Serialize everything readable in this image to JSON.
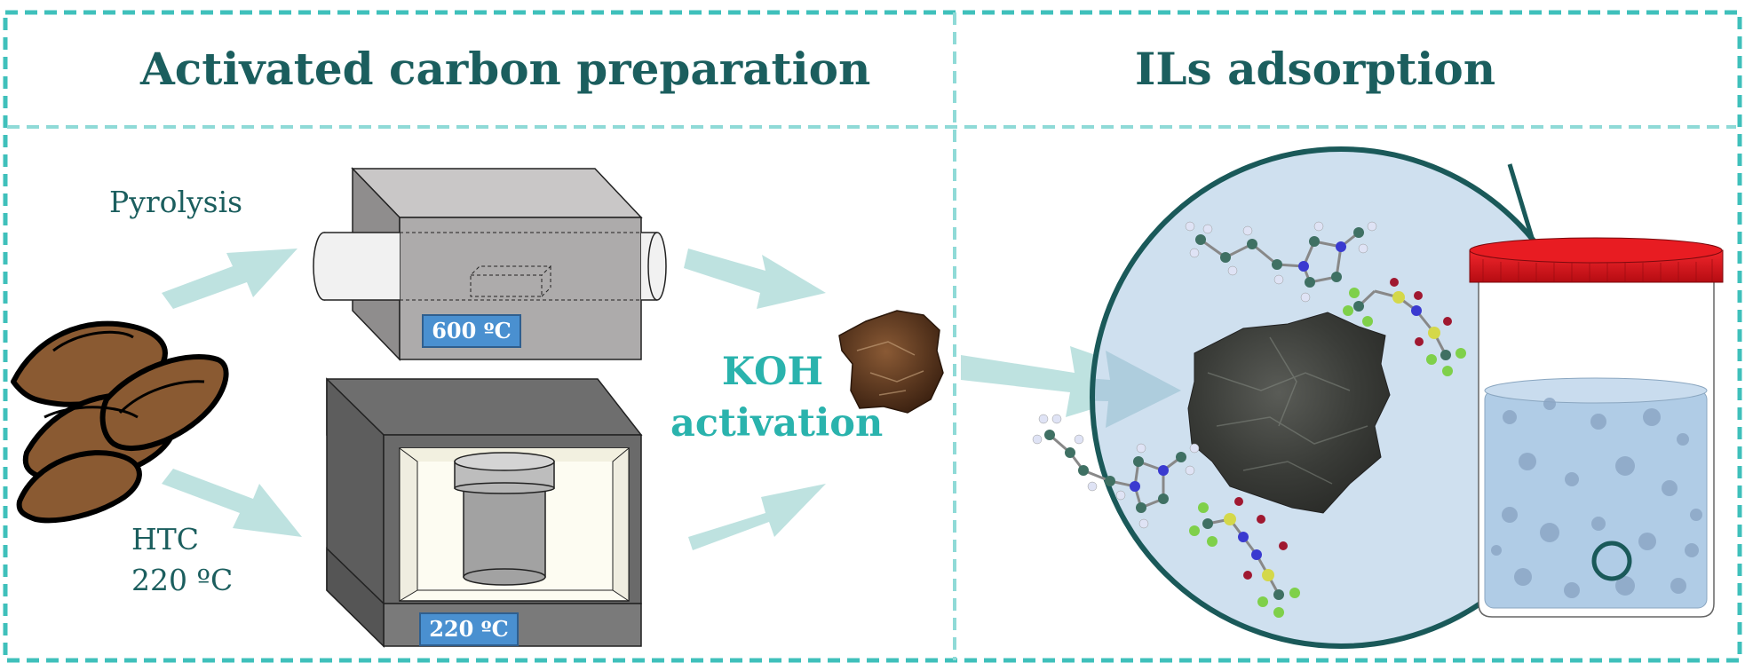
{
  "panels": {
    "left_title": "Activated carbon preparation",
    "right_title": "ILs adsorption"
  },
  "process": {
    "pyrolysis_label": "Pyrolysis",
    "htc_label_line1": "HTC",
    "htc_label_line2": "220 ºC",
    "furnace_temp": "600 ºC",
    "oven_temp": "220 ºC",
    "koh_line1": "KOH",
    "koh_line2": "activation"
  },
  "colors": {
    "frame": "#3fc0bb",
    "title_text": "#1b5e5e",
    "koh_text": "#2ab3ad",
    "arrow": "#a8d8d6",
    "badge": "#4a90d0",
    "lid": "#e0141b",
    "magnifier": "#cfe0ef"
  },
  "icons": {
    "biomass": "seed-pods-icon",
    "furnace": "tube-furnace-icon",
    "oven": "htc-oven-icon",
    "carbon": "activated-carbon-icon",
    "molecules": "ionic-liquid-molecule-icon",
    "jar": "sample-jar-icon"
  }
}
